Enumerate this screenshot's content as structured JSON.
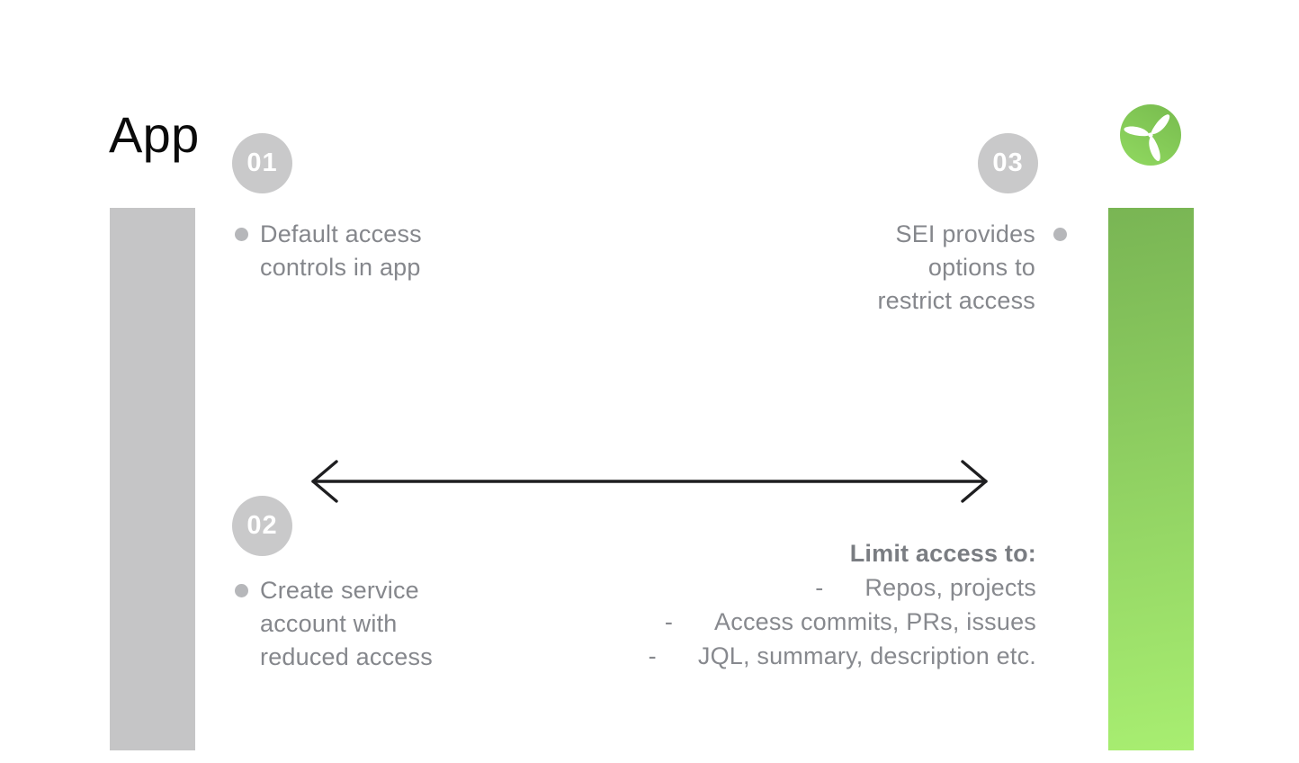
{
  "header": {
    "title": "App"
  },
  "logo": {
    "name": "propeller-logo"
  },
  "steps": [
    {
      "number": "01",
      "note": "Default access\ncontrols in app"
    },
    {
      "number": "02",
      "note": "Create service\naccount with\nreduced access"
    },
    {
      "number": "03",
      "note": "SEI provides\noptions to\nrestrict access"
    }
  ],
  "limit_list": {
    "title": "Limit access to:",
    "dash": "-",
    "items": [
      "Repos, projects",
      "Access commits, PRs, issues",
      "JQL, summary, description etc."
    ]
  },
  "colors": {
    "left_bar": "#c5c5c6",
    "right_bar_top": "#79b554",
    "right_bar_bottom": "#a8ee71",
    "step_circle": "#c9c9ca",
    "body_text": "#85878c",
    "bold_text": "#7a7d82",
    "bullet_dot": "#b6b7ba",
    "arrow": "#1e1e20",
    "logo_green_dark": "#79bd4f",
    "logo_green_light": "#8fd75f"
  }
}
